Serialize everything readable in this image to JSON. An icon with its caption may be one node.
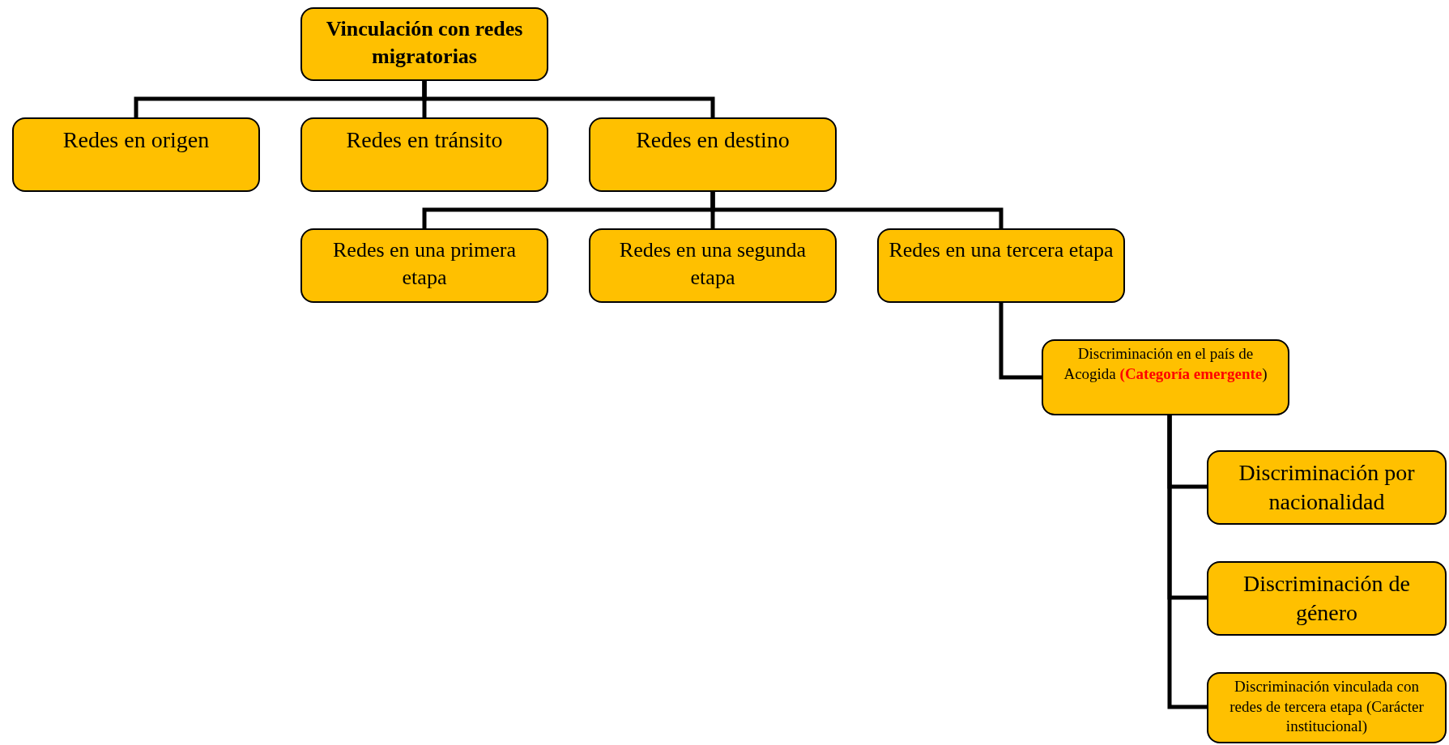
{
  "diagram": {
    "nodes": [
      {
        "text": [
          "Vinculación con redes migratorias"
        ]
      },
      {
        "text": [
          "Redes en origen"
        ]
      },
      {
        "text": [
          "Redes en tránsito"
        ]
      },
      {
        "text": [
          "Redes en destino"
        ]
      },
      {
        "text": [
          "Redes en una primera etapa"
        ]
      },
      {
        "text": [
          "Redes en una segunda etapa"
        ]
      },
      {
        "text": [
          "Redes en una tercera etapa"
        ]
      },
      {
        "text": [
          "Discriminación en el país de Acogida **(Categoría emergente**)"
        ]
      },
      {
        "text": [
          "Discriminación por nacionalidad"
        ]
      },
      {
        "text": [
          "Discriminación de género"
        ]
      },
      {
        "text": [
          "Discriminación vinculada con redes de tercera etapa (Carácter institucional)"
        ]
      }
    ],
    "edges": [
      {
        "from": 0,
        "to": 1,
        "arrow": "none"
      },
      {
        "from": 0,
        "to": 2,
        "arrow": "none"
      },
      {
        "from": 0,
        "to": 3,
        "arrow": "none"
      },
      {
        "from": 3,
        "to": 4,
        "arrow": "none"
      },
      {
        "from": 3,
        "to": 5,
        "arrow": "none"
      },
      {
        "from": 3,
        "to": 6,
        "arrow": "none"
      },
      {
        "from": 6,
        "to": 7,
        "arrow": "none"
      },
      {
        "from": 7,
        "to": 8,
        "arrow": "none"
      },
      {
        "from": 7,
        "to": 9,
        "arrow": "none"
      },
      {
        "from": 7,
        "to": 10,
        "arrow": "none"
      }
    ]
  }
}
